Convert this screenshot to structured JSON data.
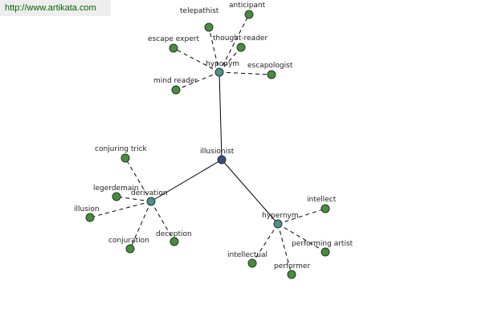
{
  "banner": {
    "url": "http://www.artikata.com"
  },
  "colors": {
    "center_node": "#3a4a8c",
    "hub_node": "#4f8f8f",
    "leaf_node": "#4a8c3f"
  },
  "graph": {
    "center": {
      "id": "illusionist",
      "label": "illusionist"
    },
    "hubs": [
      {
        "id": "hyponym",
        "label": "hyponym"
      },
      {
        "id": "derivation",
        "label": "derivation"
      },
      {
        "id": "hypernym",
        "label": "hypernym"
      }
    ],
    "leaves": [
      {
        "id": "telepathist",
        "label": "telepathist",
        "hub": "hyponym"
      },
      {
        "id": "anticipant",
        "label": "anticipant",
        "hub": "hyponym"
      },
      {
        "id": "escape-expert",
        "label": "escape expert",
        "hub": "hyponym"
      },
      {
        "id": "thought-reader",
        "label": "thought-reader",
        "hub": "hyponym"
      },
      {
        "id": "escapologist",
        "label": "escapologist",
        "hub": "hyponym"
      },
      {
        "id": "mind-reader",
        "label": "mind reader",
        "hub": "hyponym"
      },
      {
        "id": "conjuring-trick",
        "label": "conjuring trick",
        "hub": "derivation"
      },
      {
        "id": "legerdemain",
        "label": "legerdemain",
        "hub": "derivation"
      },
      {
        "id": "illusion",
        "label": "illusion",
        "hub": "derivation"
      },
      {
        "id": "conjuration",
        "label": "conjuration",
        "hub": "derivation"
      },
      {
        "id": "deception",
        "label": "deception",
        "hub": "derivation"
      },
      {
        "id": "intellect",
        "label": "intellect",
        "hub": "hypernym"
      },
      {
        "id": "performing-artist",
        "label": "performing artist",
        "hub": "hypernym"
      },
      {
        "id": "intellectual",
        "label": "intellectual",
        "hub": "hypernym"
      },
      {
        "id": "performer",
        "label": "performer",
        "hub": "hypernym"
      }
    ]
  }
}
